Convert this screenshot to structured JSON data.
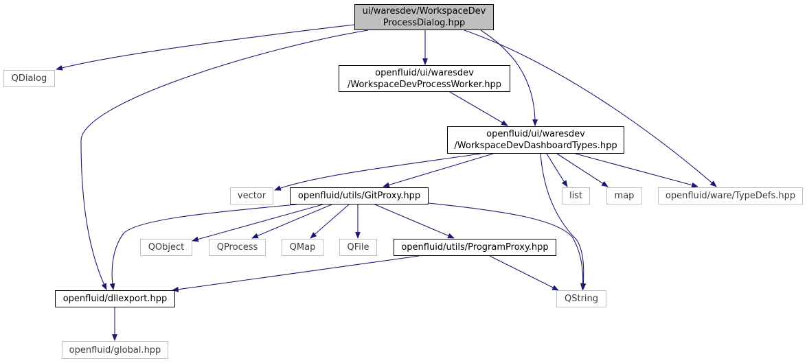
{
  "nodes": [
    {
      "id": "root",
      "lines": [
        "ui/waresdev/WorkspaceDev",
        "ProcessDialog.hpp"
      ],
      "kind": "root"
    },
    {
      "id": "qdialog",
      "lines": [
        "QDialog"
      ],
      "kind": "ext"
    },
    {
      "id": "worker",
      "lines": [
        "openfluid/ui/waresdev",
        "/WorkspaceDevProcessWorker.hpp"
      ],
      "kind": "doc"
    },
    {
      "id": "dashboard",
      "lines": [
        "openfluid/ui/waresdev",
        "/WorkspaceDevDashboardTypes.hpp"
      ],
      "kind": "doc"
    },
    {
      "id": "vector",
      "lines": [
        "vector"
      ],
      "kind": "ext"
    },
    {
      "id": "gitproxy",
      "lines": [
        "openfluid/utils/GitProxy.hpp"
      ],
      "kind": "doc"
    },
    {
      "id": "list",
      "lines": [
        "list"
      ],
      "kind": "ext"
    },
    {
      "id": "map",
      "lines": [
        "map"
      ],
      "kind": "ext"
    },
    {
      "id": "typedefs",
      "lines": [
        "openfluid/ware/TypeDefs.hpp"
      ],
      "kind": "ext"
    },
    {
      "id": "qobject",
      "lines": [
        "QObject"
      ],
      "kind": "ext"
    },
    {
      "id": "qprocess",
      "lines": [
        "QProcess"
      ],
      "kind": "ext"
    },
    {
      "id": "qmap",
      "lines": [
        "QMap"
      ],
      "kind": "ext"
    },
    {
      "id": "qfile",
      "lines": [
        "QFile"
      ],
      "kind": "ext"
    },
    {
      "id": "programproxy",
      "lines": [
        "openfluid/utils/ProgramProxy.hpp"
      ],
      "kind": "doc"
    },
    {
      "id": "dllexport",
      "lines": [
        "openfluid/dllexport.hpp"
      ],
      "kind": "doc"
    },
    {
      "id": "qstring",
      "lines": [
        "QString"
      ],
      "kind": "ext"
    },
    {
      "id": "global",
      "lines": [
        "openfluid/global.hpp"
      ],
      "kind": "ext"
    }
  ],
  "edges": [
    {
      "from": "root",
      "to": "qdialog"
    },
    {
      "from": "root",
      "to": "worker"
    },
    {
      "from": "root",
      "to": "dashboard"
    },
    {
      "from": "root",
      "to": "typedefs"
    },
    {
      "from": "root",
      "to": "dllexport"
    },
    {
      "from": "worker",
      "to": "dashboard"
    },
    {
      "from": "dashboard",
      "to": "vector"
    },
    {
      "from": "dashboard",
      "to": "gitproxy"
    },
    {
      "from": "dashboard",
      "to": "list"
    },
    {
      "from": "dashboard",
      "to": "map"
    },
    {
      "from": "dashboard",
      "to": "typedefs"
    },
    {
      "from": "dashboard",
      "to": "qstring"
    },
    {
      "from": "gitproxy",
      "to": "qobject"
    },
    {
      "from": "gitproxy",
      "to": "qprocess"
    },
    {
      "from": "gitproxy",
      "to": "qmap"
    },
    {
      "from": "gitproxy",
      "to": "qfile"
    },
    {
      "from": "gitproxy",
      "to": "programproxy"
    },
    {
      "from": "gitproxy",
      "to": "dllexport"
    },
    {
      "from": "gitproxy",
      "to": "qstring"
    },
    {
      "from": "programproxy",
      "to": "dllexport"
    },
    {
      "from": "programproxy",
      "to": "qstring"
    },
    {
      "from": "dllexport",
      "to": "global"
    }
  ],
  "colors": {
    "edge": "#191970",
    "external_border": "#bfbfbf",
    "root_fill": "#bfbfbf"
  }
}
